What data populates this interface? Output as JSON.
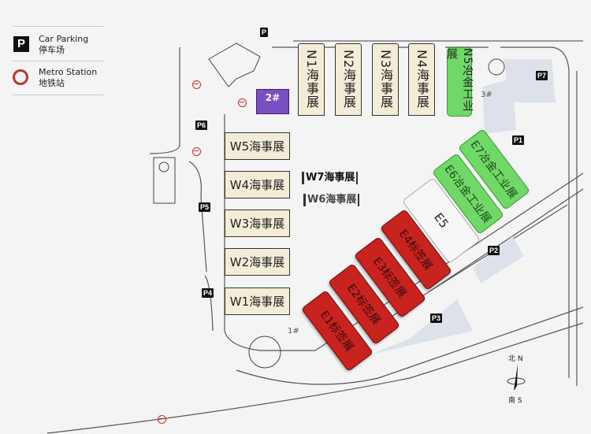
{
  "legend": {
    "parking": {
      "icon": "parking-icon",
      "label_en": "Car Parking",
      "label_cn": "停车场"
    },
    "metro": {
      "icon": "metro-icon",
      "label_en": "Metro Station",
      "label_cn": "地铁站"
    }
  },
  "colors": {
    "maritime": "#f3ecd6",
    "metallurgy": "#6fd866",
    "label": "#c8231f",
    "entrance": "#7b4fc4",
    "parking": "#111111"
  },
  "halls": {
    "north": [
      {
        "label": "N1海事展"
      },
      {
        "label": "N2海事展"
      },
      {
        "label": "N3海事展"
      },
      {
        "label": "N4海事展"
      },
      {
        "label": "N5冶金工业展"
      }
    ],
    "west": [
      {
        "label": "W5海事展"
      },
      {
        "label": "W4海事展"
      },
      {
        "label": "W3海事展"
      },
      {
        "label": "W2海事展"
      },
      {
        "label": "W1海事展"
      }
    ],
    "inner": [
      {
        "label": "W7海事展"
      },
      {
        "label": "W6海事展"
      }
    ],
    "east": [
      {
        "label": "E1标签展"
      },
      {
        "label": "E2标签展"
      },
      {
        "label": "E3标签展"
      },
      {
        "label": "E4标签展"
      },
      {
        "label": "E5"
      },
      {
        "label": "E6冶金工业展"
      },
      {
        "label": "E7冶金工业展"
      }
    ]
  },
  "entrances": [
    {
      "label": "2#"
    },
    {
      "label": "3#"
    },
    {
      "label": "1#"
    }
  ],
  "parking": [
    "P",
    "P6",
    "P5",
    "P4",
    "P7",
    "P1",
    "P2",
    "P3"
  ],
  "compass": {
    "north": "北 N",
    "south": "南 S"
  }
}
